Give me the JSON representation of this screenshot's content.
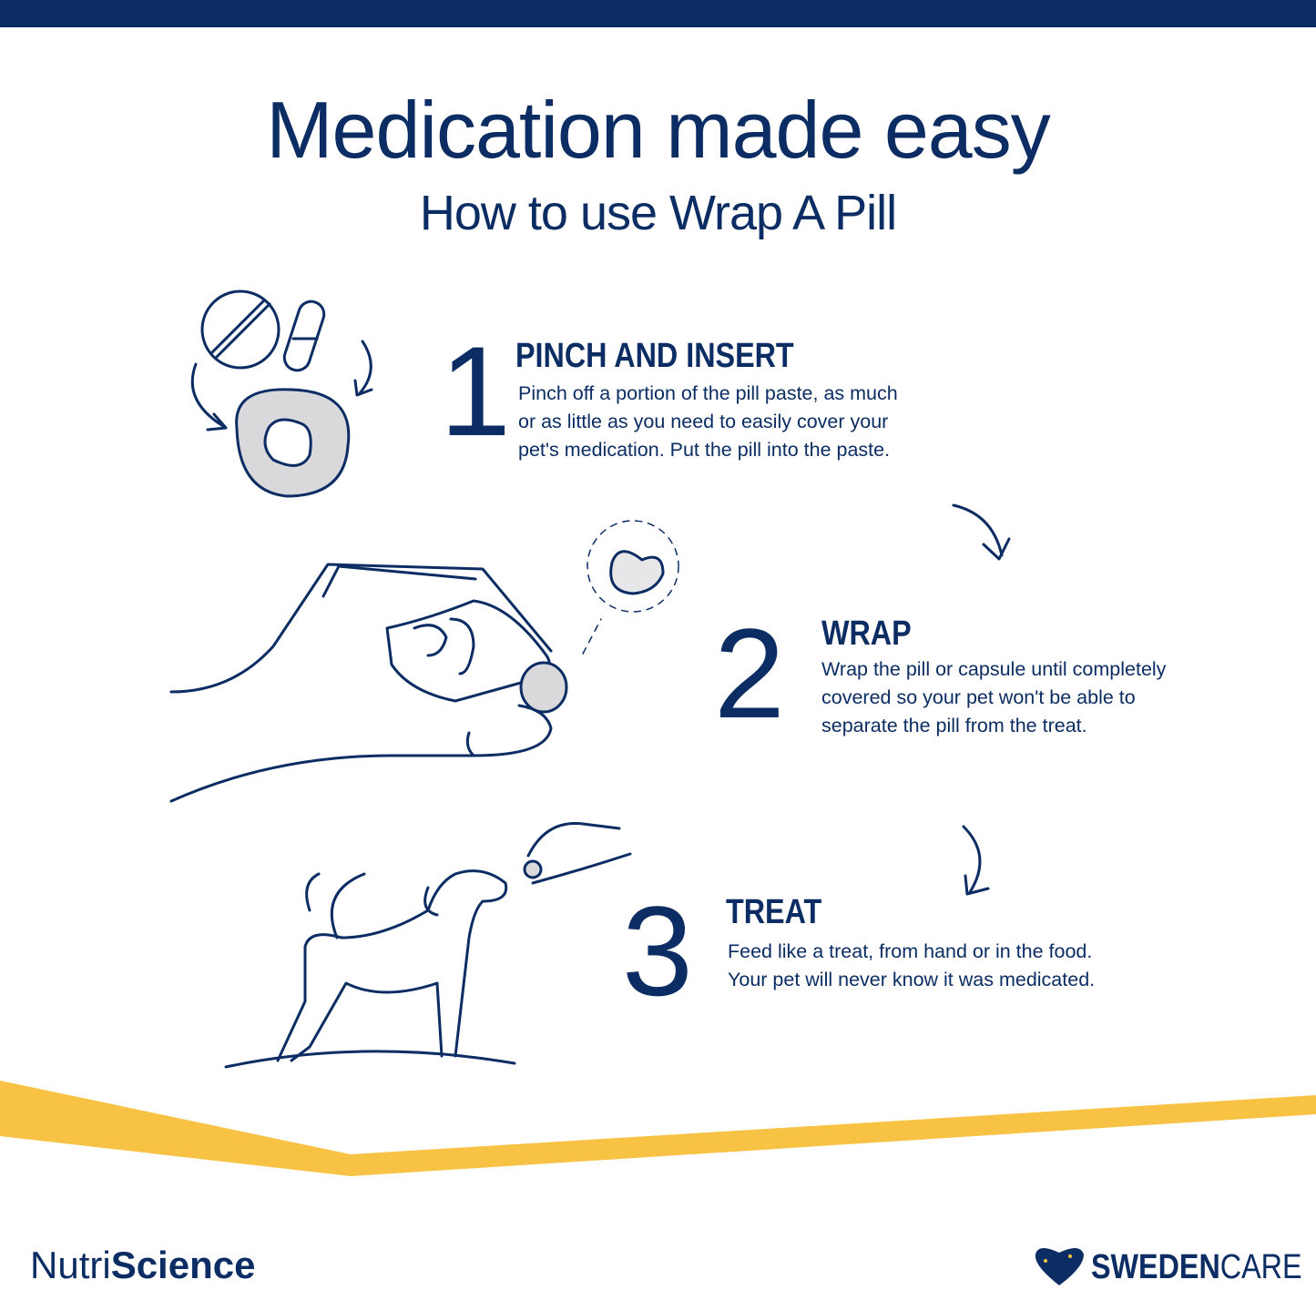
{
  "header": {
    "title": "Medication made easy",
    "subtitle": "How to use Wrap A Pill"
  },
  "steps": [
    {
      "number": "1",
      "heading": "PINCH AND INSERT",
      "lines": [
        "Pinch off a portion of the pill paste, as much",
        "or as little as you need to easily cover your",
        "pet's medication. Put the pill into the paste."
      ]
    },
    {
      "number": "2",
      "heading": "WRAP",
      "lines": [
        "Wrap the pill or capsule until completely",
        "covered so your pet won't be able to",
        "separate the pill from the treat."
      ]
    },
    {
      "number": "3",
      "heading": "TREAT",
      "lines": [
        "Feed like a treat, from hand or in the food.",
        "Your pet will never know it was medicated."
      ]
    }
  ],
  "footer": {
    "brand_left_a": "Nutri",
    "brand_left_b": "Science",
    "brand_right_a": "SWEDEN",
    "brand_right_b": "CARE"
  },
  "colors": {
    "navy": "#0b2d63",
    "yellow": "#f8c244"
  }
}
